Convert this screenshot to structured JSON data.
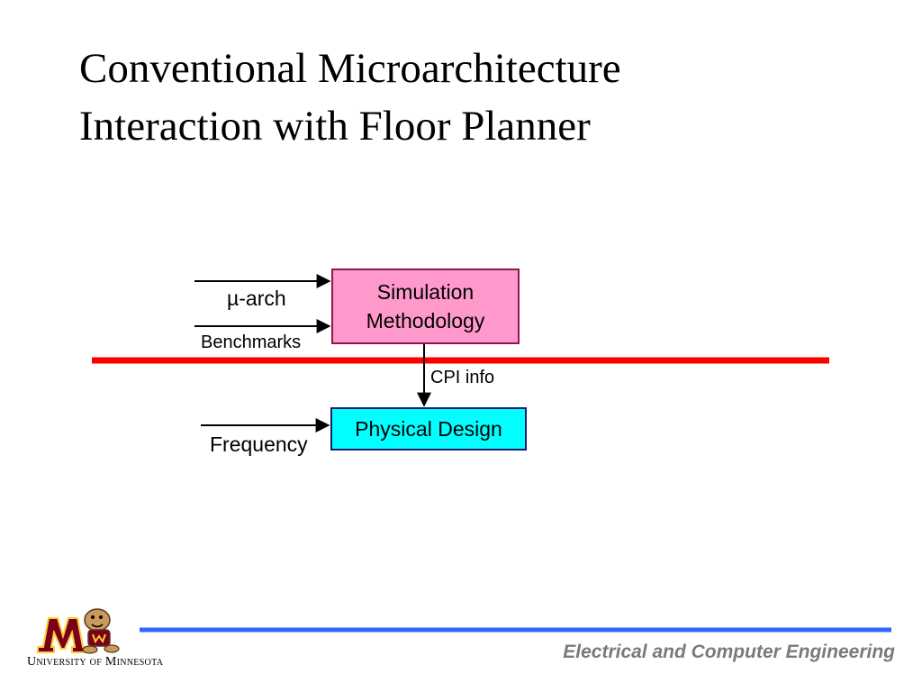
{
  "slide": {
    "title_line1": "Conventional Microarchitecture",
    "title_line2": "Interaction with Floor Planner"
  },
  "diagram": {
    "inputs": {
      "march": "µ-arch",
      "benchmarks": "Benchmarks",
      "frequency": "Frequency"
    },
    "simulation_box": {
      "line1": "Simulation",
      "line2": "Methodology",
      "fill": "#ff99cc"
    },
    "physical_box": {
      "label": "Physical Design",
      "fill": "#00ffff"
    },
    "edge_label": "CPI info",
    "divider_color": "#ff0000"
  },
  "footer": {
    "department": "Electrical and Computer Engineering",
    "university": "University of Minnesota",
    "rule_color": "#3366ff",
    "logo_icon": "gopher-m-logo"
  }
}
